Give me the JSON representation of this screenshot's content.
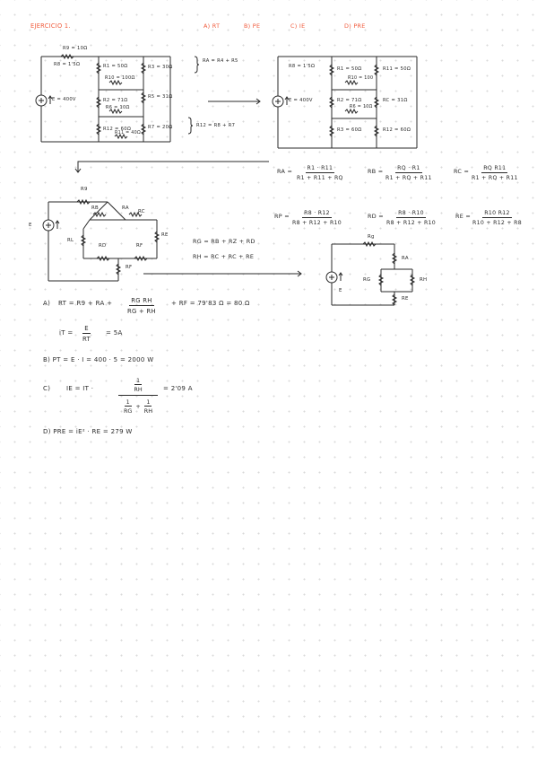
{
  "header": {
    "title": "EJERCICIO 1.",
    "q_a": "A) RT",
    "q_b": "B) PE",
    "q_c": "C) IE",
    "q_d": "D) PRE"
  },
  "circuit1": {
    "r9": "R9 = 10Ω",
    "r8": "R8 = 1'5Ω",
    "r1": "R1 = 50Ω",
    "r10": "R10 = 100Ω",
    "r3": "R3 = 30Ω",
    "r2": "R2 = 71Ω",
    "r6": "R6 = 10Ω",
    "r5": "R5 = 31Ω",
    "r12": "R12 = 60Ω",
    "r11b": "R11 = 40Ω",
    "r7": "R7 = 20Ω",
    "source": "E = 400V",
    "note1": "RA = R4 + R5",
    "note2": "R12 = R8 + R7"
  },
  "circuit2": {
    "r8": "R8 = 1'5Ω",
    "r1": "R1 = 50Ω",
    "r10": "R10 = 100",
    "r11": "R11 = 50Ω",
    "r2": "R2 = 71Ω",
    "r6": "R6 = 10Ω",
    "rc": "RC = 31Ω",
    "r3": "R3 = 60Ω",
    "r12": "R12 = 60Ω",
    "source": "E = 400V"
  },
  "formulas1": {
    "ra_lhs": "RA =",
    "ra_num": "R1 · R11",
    "ra_den": "R1 + R11 + RQ",
    "rb_lhs": "RB =",
    "rb_num": "RQ · R1",
    "rb_den": "R1 + RQ + R11",
    "rc_lhs": "RC =",
    "rc_num": "RQ R11",
    "rc_den": "R1 + RQ + R11"
  },
  "formulas2": {
    "rp_lhs": "RP =",
    "rp_num": "R8 · R12",
    "rp_den": "R8 + R12 + R10",
    "rd_lhs": "RD =",
    "rd_num": "R8 · R10",
    "rd_den": "R8 + R12 + R10",
    "re_lhs": "RE =",
    "re_num": "R10 R12",
    "re_den": "R10 + R12 + R8"
  },
  "circuit3": {
    "r9": "R9",
    "rb": "RB",
    "ra": "RA",
    "rc": "RC",
    "e": "E",
    "rl": "RL",
    "rd": "RD",
    "rf": "RF",
    "re": "RE",
    "rfb": "RF"
  },
  "series": {
    "rg": "RG = RB + RZ + RD",
    "rh": "RH = RC + RC + RE"
  },
  "circuit4": {
    "rg_top": "Rg",
    "ra": "RA",
    "rg": "RG",
    "rh": "RH",
    "re": "RE",
    "e": "E"
  },
  "solutions": {
    "a_label": "A)",
    "a_lhs": "RT = R9 + RA +",
    "a_num": "RG RH",
    "a_den": "RG + RH",
    "a_rhs": "+ RF = 79'83 Ω = 80 Ω",
    "it_lhs": "iT =",
    "it_num": "E",
    "it_den": "RT",
    "it_rhs": "= 5A",
    "b_line": "B) PT = E · I = 400 · 5 = 2000 W",
    "c_label": "C)",
    "c_lhs": "IE = IT ·",
    "c_num_inner_num": "1",
    "c_num_inner_den": "RH",
    "c_den_a_num": "1",
    "c_den_a_den": "RG",
    "c_den_plus": "+",
    "c_den_b_num": "1",
    "c_den_b_den": "RH",
    "c_rhs": "= 2'09 A",
    "d_line": "D) PRE = iE² · RE = 279 W"
  }
}
